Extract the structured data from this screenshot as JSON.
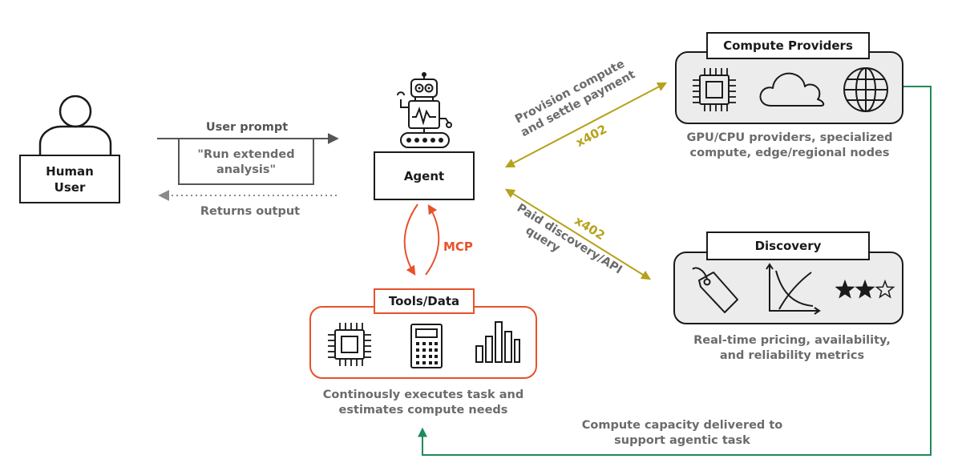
{
  "human": {
    "label_line1": "Human",
    "label_line2": "User"
  },
  "user_prompt": {
    "label": "User prompt",
    "quote_line1": "\"Run extended",
    "quote_line2": "analysis\""
  },
  "returns_output": "Returns output",
  "agent": {
    "label": "Agent"
  },
  "mcp": "MCP",
  "tools": {
    "title": "Tools/Data",
    "caption_line1": "Continously executes task and",
    "caption_line2": "estimates compute needs"
  },
  "compute": {
    "title": "Compute Providers",
    "caption_line1": "GPU/CPU providers, specialized",
    "caption_line2": "compute, edge/regional nodes"
  },
  "discovery": {
    "title": "Discovery",
    "caption_line1": "Real-time pricing, availability,",
    "caption_line2": "and reliability metrics",
    "rating": 2,
    "rating_max": 3
  },
  "provision": {
    "line1": "Provision compute",
    "line2": "and settle payment",
    "protocol": "x402"
  },
  "paid_discovery": {
    "line1": "Paid discovery/API",
    "line2": "query",
    "protocol": "x402"
  },
  "delivery": {
    "line1": "Compute capacity delivered to",
    "line2": "support agentic task"
  },
  "colors": {
    "ink": "#1a1a1a",
    "muted": "#6b6b6b",
    "orange": "#e8512a",
    "olive": "#b5a21b",
    "green": "#1f8a5a",
    "panel_fill": "#ececec"
  }
}
